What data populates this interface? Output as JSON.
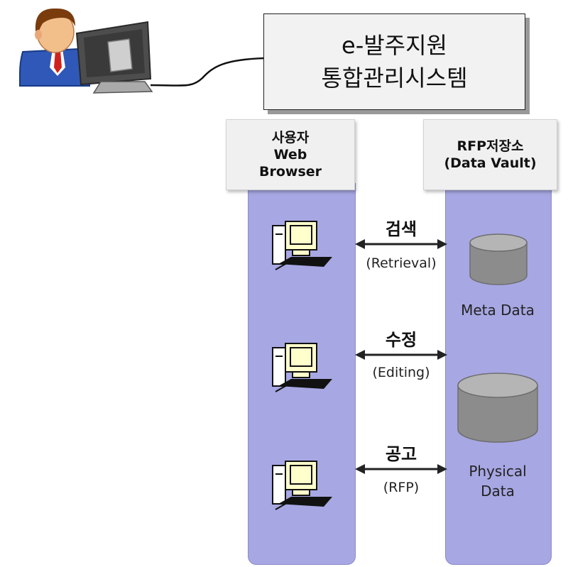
{
  "system": {
    "title_line1": "e-발주지원",
    "title_line2": "통합관리시스템"
  },
  "user_column": {
    "header_line1": "사용자",
    "header_line2": "Web",
    "header_line3": "Browser"
  },
  "store_column": {
    "header_line1": "RFP저장소",
    "header_line2": "(Data Vault)"
  },
  "actions": [
    {
      "label": "검색",
      "sub": "(Retrieval)"
    },
    {
      "label": "수정",
      "sub": "(Editing)"
    },
    {
      "label": "공고",
      "sub": "(RFP)"
    }
  ],
  "stores": [
    {
      "label": "Meta Data"
    },
    {
      "label_line1": "Physical",
      "label_line2": "Data"
    }
  ],
  "icons": [
    "user-at-computer-icon",
    "computer-icon",
    "database-icon",
    "double-arrow-icon"
  ],
  "colors": {
    "column_fill": "#a7a7e3",
    "header_fill": "#f0f0f0",
    "database_fill": "#8c8c8c"
  }
}
